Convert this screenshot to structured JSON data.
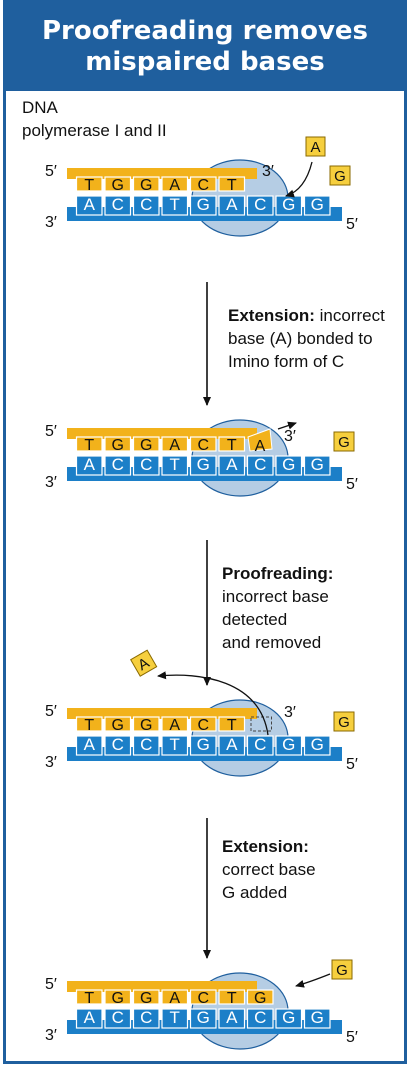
{
  "title": {
    "line1": "Proofreading removes",
    "line2": "mispaired bases"
  },
  "enzyme_label": {
    "line1": "DNA",
    "line2": "polymerase I and II"
  },
  "strand_labels": {
    "five_prime": "5′",
    "three_prime": "3′"
  },
  "template_bases": [
    "A",
    "C",
    "C",
    "T",
    "G",
    "A",
    "C",
    "G",
    "G"
  ],
  "primer_bases": [
    "T",
    "G",
    "G",
    "A",
    "C",
    "T"
  ],
  "incoming_bases": {
    "incorrect": "A",
    "correct": "G"
  },
  "steps": [
    {
      "bold": "Extension:",
      "rest": " incorrect",
      "line2": "base (A) bonded to",
      "line3": "Imino form of C"
    },
    {
      "bold": "Proofreading:",
      "line2": "incorrect base",
      "line3": "detected",
      "line4": "and removed"
    },
    {
      "bold": "Extension:",
      "line2": "correct base",
      "line3": "G added"
    }
  ],
  "colors": {
    "frame": "#1f5f9e",
    "template": "#1c7fc8",
    "primer": "#f2b21b",
    "enzyme": "#b5cde4",
    "base_box": "#f6cf3e"
  }
}
